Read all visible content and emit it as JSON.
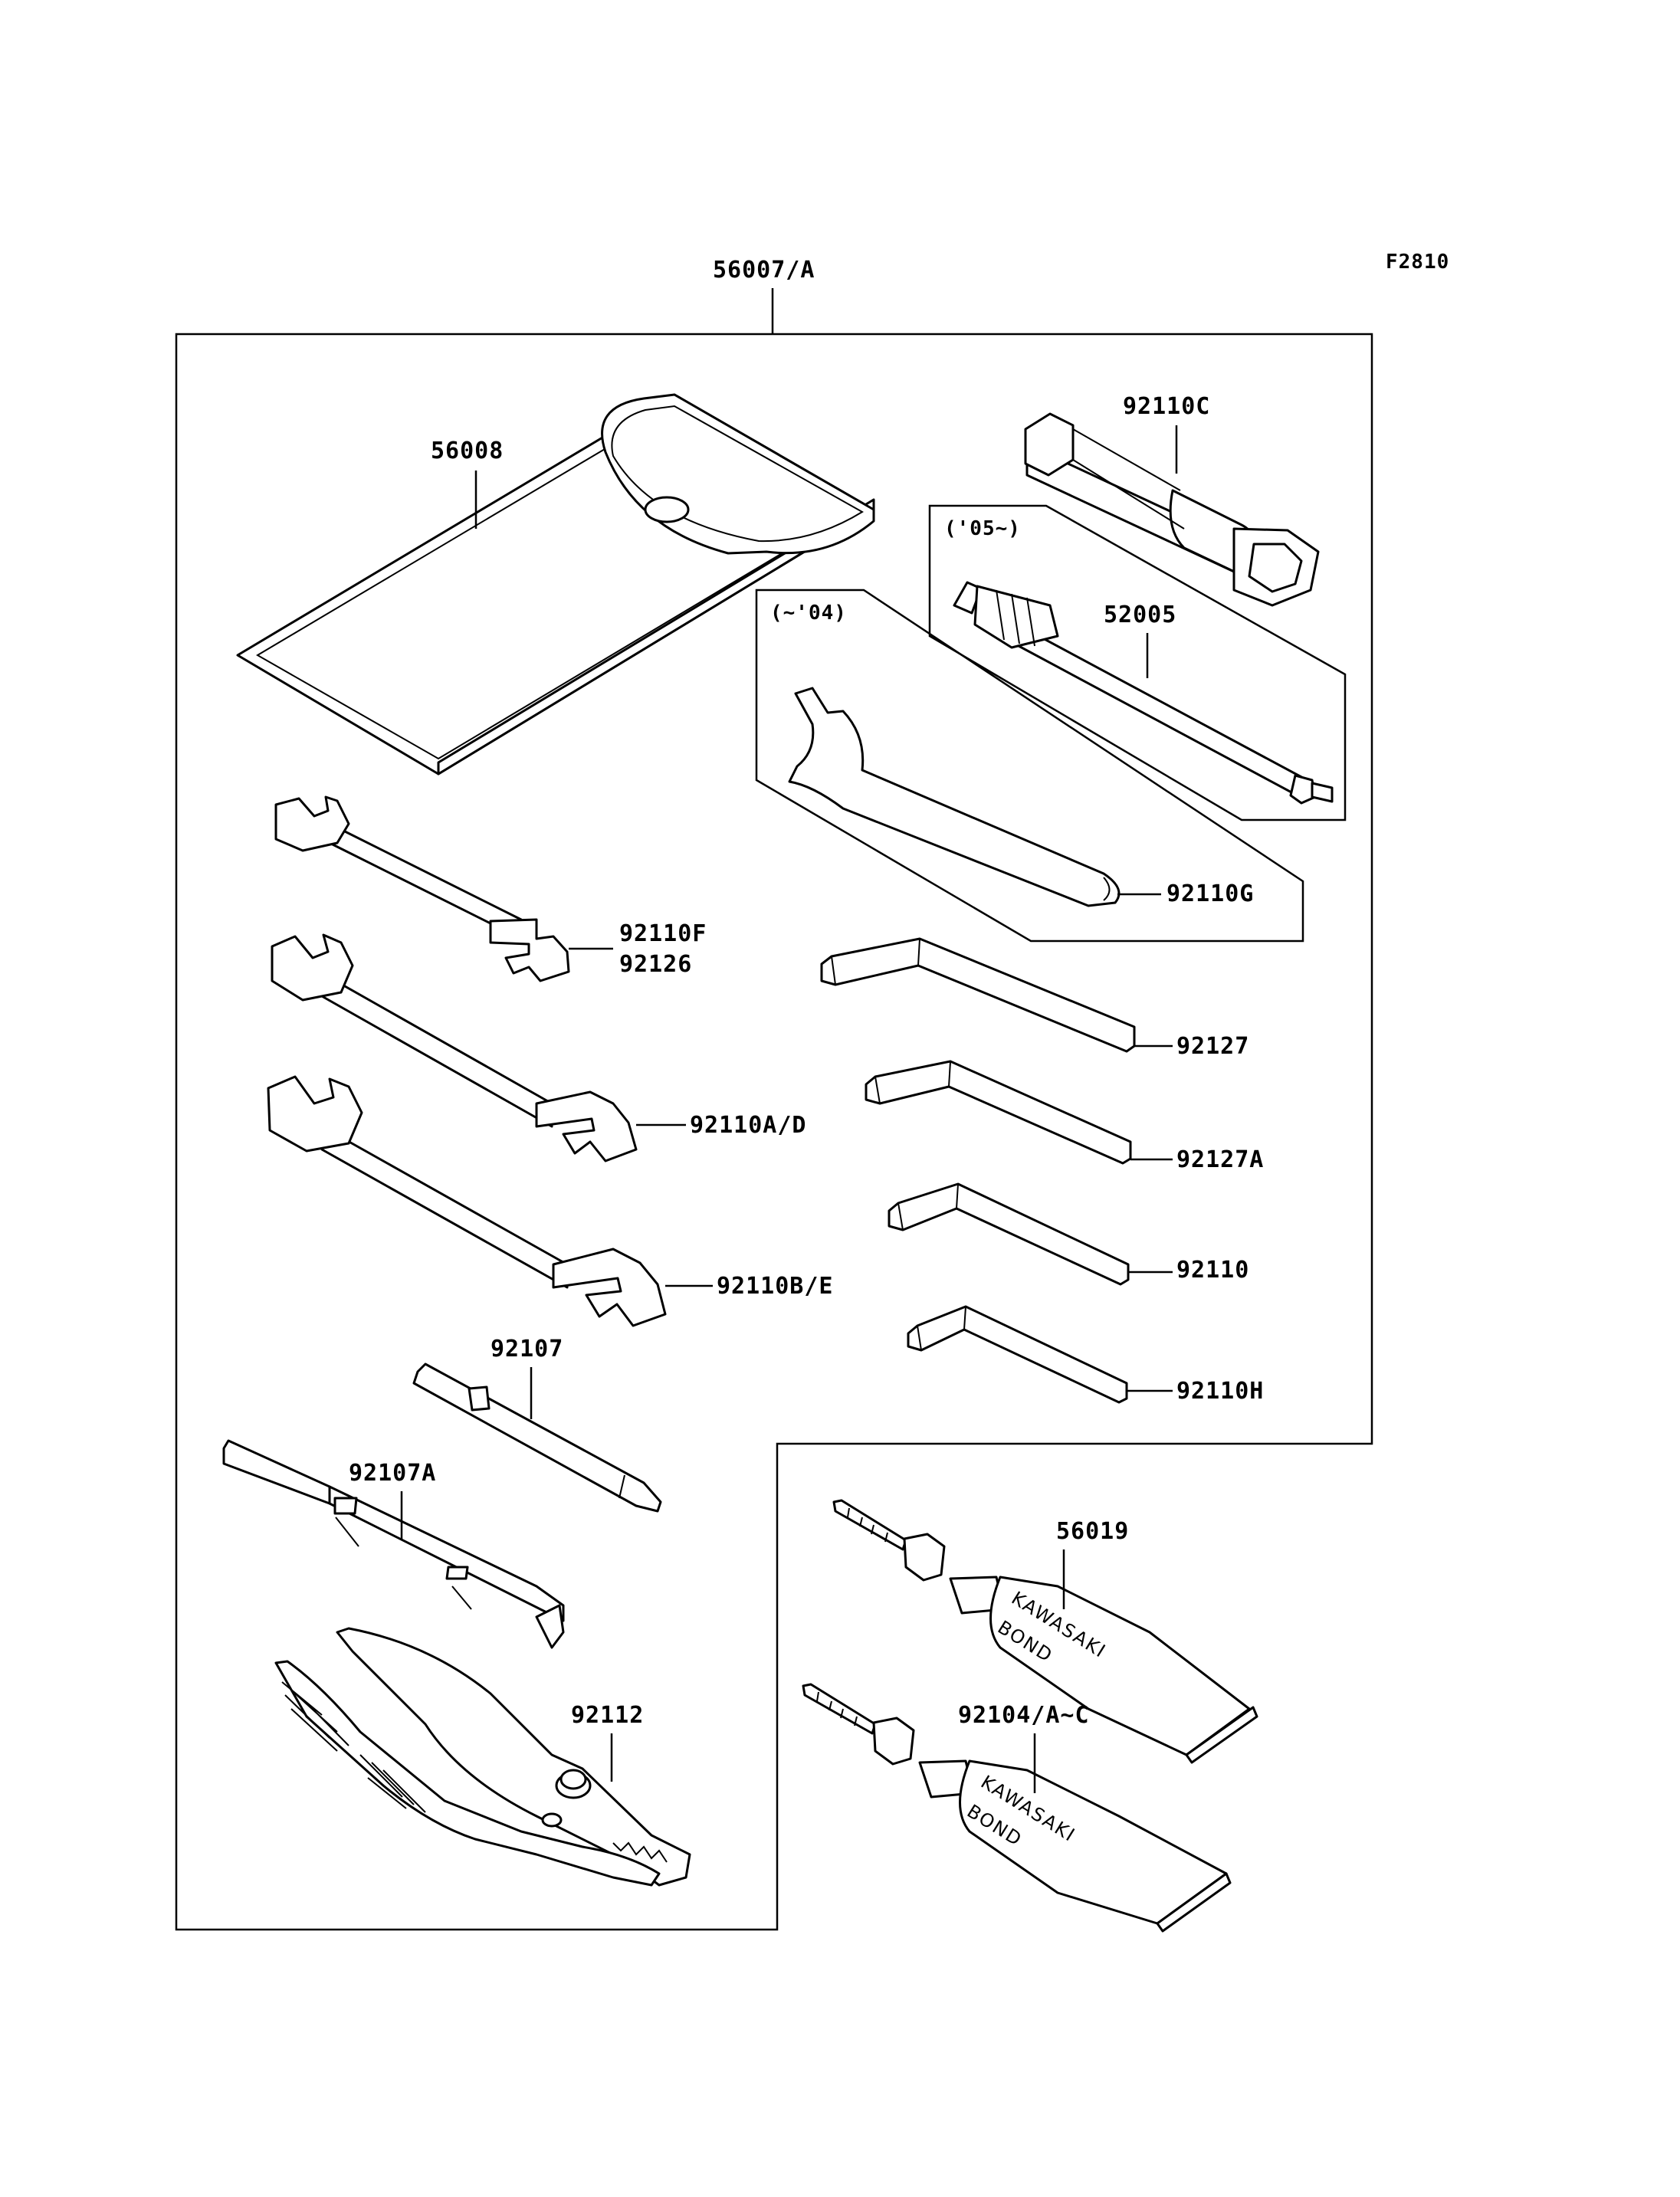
{
  "figure_code": "F2810",
  "kit_label": "56007/A",
  "callouts": {
    "pouch": "56008",
    "plug_wrench": "92110C",
    "from_05": "('05~)",
    "handle_bar": "52005",
    "to_04": "(~'04)",
    "hook_wrench": "92110G",
    "wrench_small": "92110F",
    "wrench_small_alt": "92126",
    "wrench_medium": "92110A/D",
    "wrench_large": "92110B/E",
    "hex_key_1": "92127",
    "hex_key_2": "92127A",
    "hex_key_3": "92110",
    "hex_key_4": "92110H",
    "screwdriver_bit": "92107",
    "screwdriver_handle": "92107A",
    "pliers": "92112",
    "bond_tube_1": "56019",
    "bond_tube_2": "92104/A~C"
  },
  "tube_print": {
    "brand": "KAWASAKI",
    "product": "BOND"
  }
}
